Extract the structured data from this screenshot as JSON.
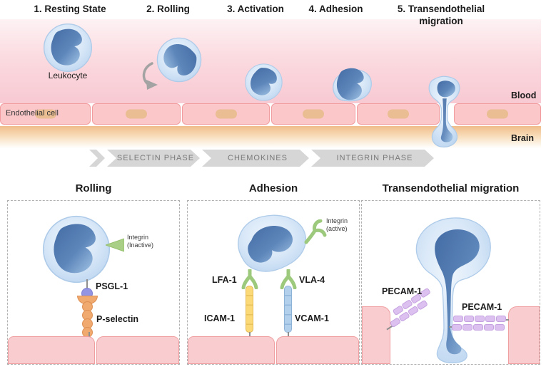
{
  "top_diagram": {
    "stages": [
      "1. Resting State",
      "2. Rolling",
      "3. Activation",
      "4. Adhesion",
      "5. Transendothelial migration"
    ],
    "leukocyte_label": "Leukocyte",
    "endothelial_cell_label": "Endothelial cell",
    "blood_label": "Blood",
    "brain_label": "Brain"
  },
  "phase_banner": [
    "SELECTIN PHASE",
    "CHEMOKINES",
    "INTEGRIN PHASE"
  ],
  "panels": {
    "rolling": {
      "title": "Rolling",
      "integrin_label": "Integrin",
      "integrin_state": "(Inactive)",
      "psgl1_label": "PSGL-1",
      "p_selectin_label": "P-selectin"
    },
    "adhesion": {
      "title": "Adhesion",
      "integrin_label": "Integrin",
      "integrin_state": "(active)",
      "lfa1_label": "LFA-1",
      "vla4_label": "VLA-4",
      "icam1_label": "ICAM-1",
      "vcam1_label": "VCAM-1"
    },
    "transmigration": {
      "title": "Transendothelial migration",
      "pecam_left_label": "PECAM-1",
      "pecam_right_label": "PECAM-1"
    }
  },
  "colors": {
    "blood_pink": "#f8c9d2",
    "endothelial_fill": "#fbc7c9",
    "endothelial_border": "#f19da0",
    "endothelial_nucleus_tan": "#eabd92",
    "brain_orange": "#f0bd8a",
    "leukocyte_body_blue": "#c9def3",
    "leukocyte_nucleus_blue": "#4a72a8",
    "integrin_green": "#a8cf85",
    "p_selectin_orange": "#f0a96e",
    "psgl1_purple": "#9495e2",
    "icam1_yellow": "#fbd976",
    "vcam1_blue": "#aecbe9",
    "pecam1_lavender": "#dcc0f0",
    "banner_gray": "#d6d6d6",
    "banner_text_gray": "#7a7a7a"
  }
}
